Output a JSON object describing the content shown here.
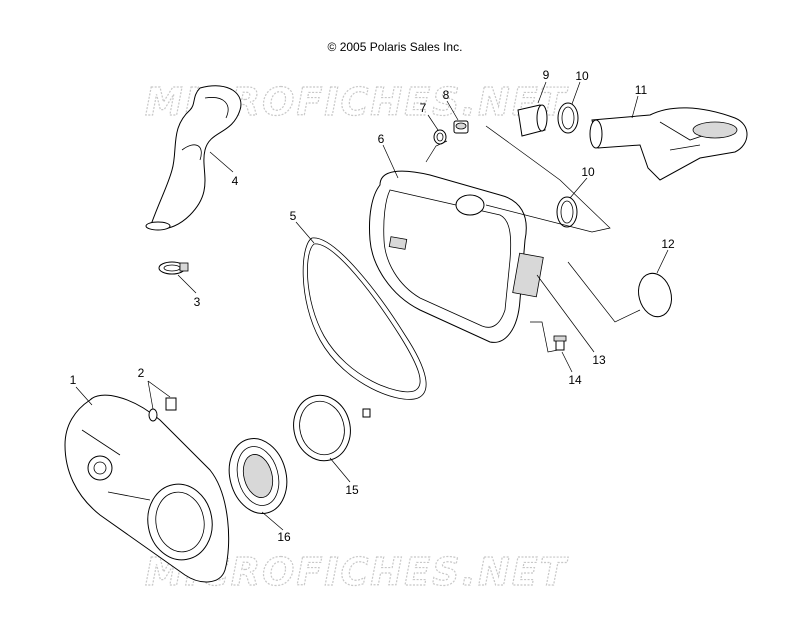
{
  "copyright": "© 2005 Polaris Sales Inc.",
  "watermark": "MICROFICHES.NET",
  "callouts": {
    "c1": "1",
    "c2": "2",
    "c3": "3",
    "c4": "4",
    "c5": "5",
    "c6": "6",
    "c7": "7",
    "c8": "8",
    "c9": "9",
    "c10a": "10",
    "c10b": "10",
    "c11": "11",
    "c12": "12",
    "c13": "13",
    "c14": "14",
    "c15": "15",
    "c16": "16"
  }
}
